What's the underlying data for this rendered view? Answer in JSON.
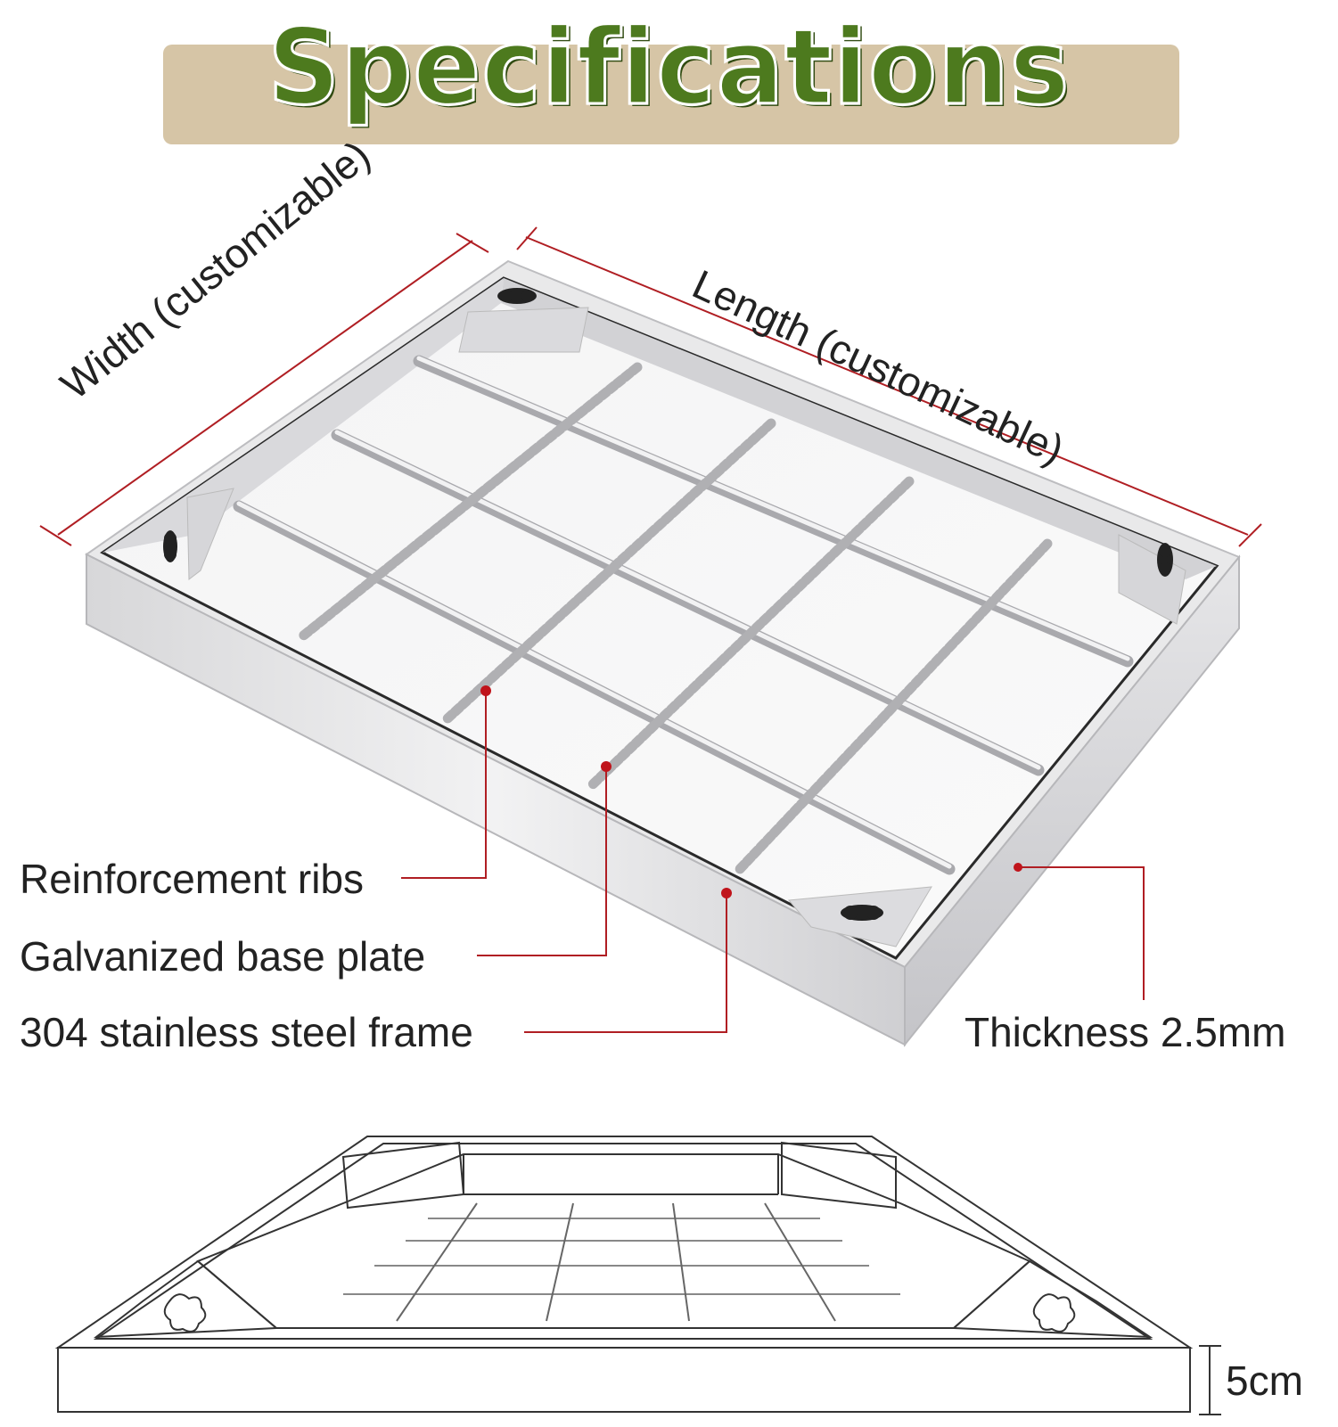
{
  "title": "Specifications",
  "colors": {
    "title": "#4d7a1e",
    "banner": "#d6c5a6",
    "callout": "#c0141b"
  },
  "labels": {
    "width": "Width (customizable)",
    "length": "Length (customizable)",
    "ribs": "Reinforcement ribs",
    "base_plate": "Galvanized base plate",
    "frame": "304 stainless steel frame",
    "thickness": "Thickness 2.5mm",
    "depth": "5cm"
  }
}
